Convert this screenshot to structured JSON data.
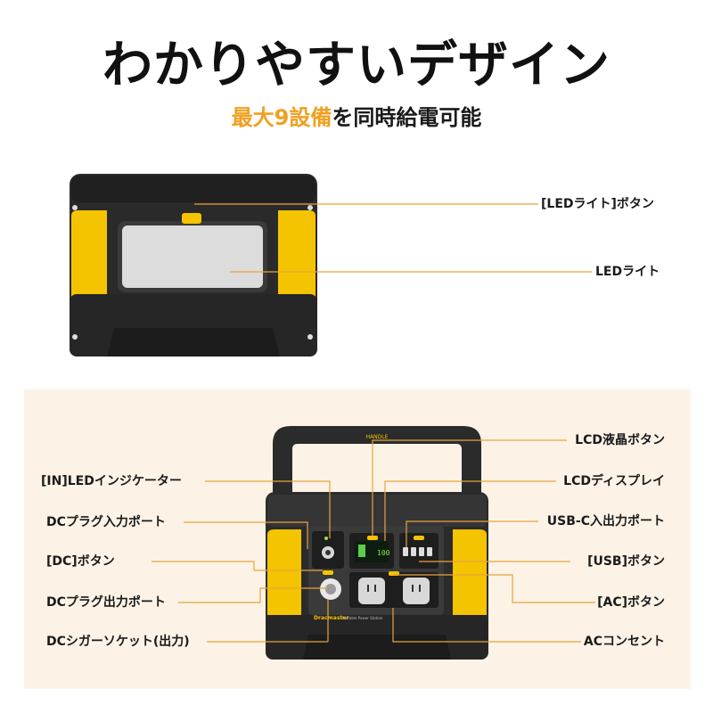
{
  "title": "わかりやすいデザイン",
  "subtitle": {
    "accent": "最大9設備",
    "rest": "を同時給電可能"
  },
  "colors": {
    "accent": "#f0a020",
    "device_yellow": "#f5c400",
    "device_body": "#2b2b2b",
    "line": "#e8a33d",
    "panel_bg": "#fcf3e6"
  },
  "top_device_labels": {
    "led_light_button": "[LEDライト]ボタン",
    "led_light": "LEDライト"
  },
  "front_labels_left": {
    "in_led_indicator": "[IN]LEDインジケーター",
    "dc_plug_input_port": "DCプラグ入力ポート",
    "dc_button": "[DC]ボタン",
    "dc_plug_output_port": "DCプラグ出力ポート",
    "dc_cigar_socket": "DCシガーソケット(出力)"
  },
  "front_labels_right": {
    "lcd_button": "LCD液晶ボタン",
    "lcd_display": "LCDディスプレイ",
    "usb_c_port": "USB-C入出力ポート",
    "usb_button": "[USB]ボタン",
    "ac_button": "[AC]ボタン",
    "ac_outlet": "ACコンセント"
  },
  "device_print": {
    "handle": "HANDLE",
    "brand": "Dracmaster",
    "model": "Portable Power Station",
    "lcd_reading": "100"
  }
}
